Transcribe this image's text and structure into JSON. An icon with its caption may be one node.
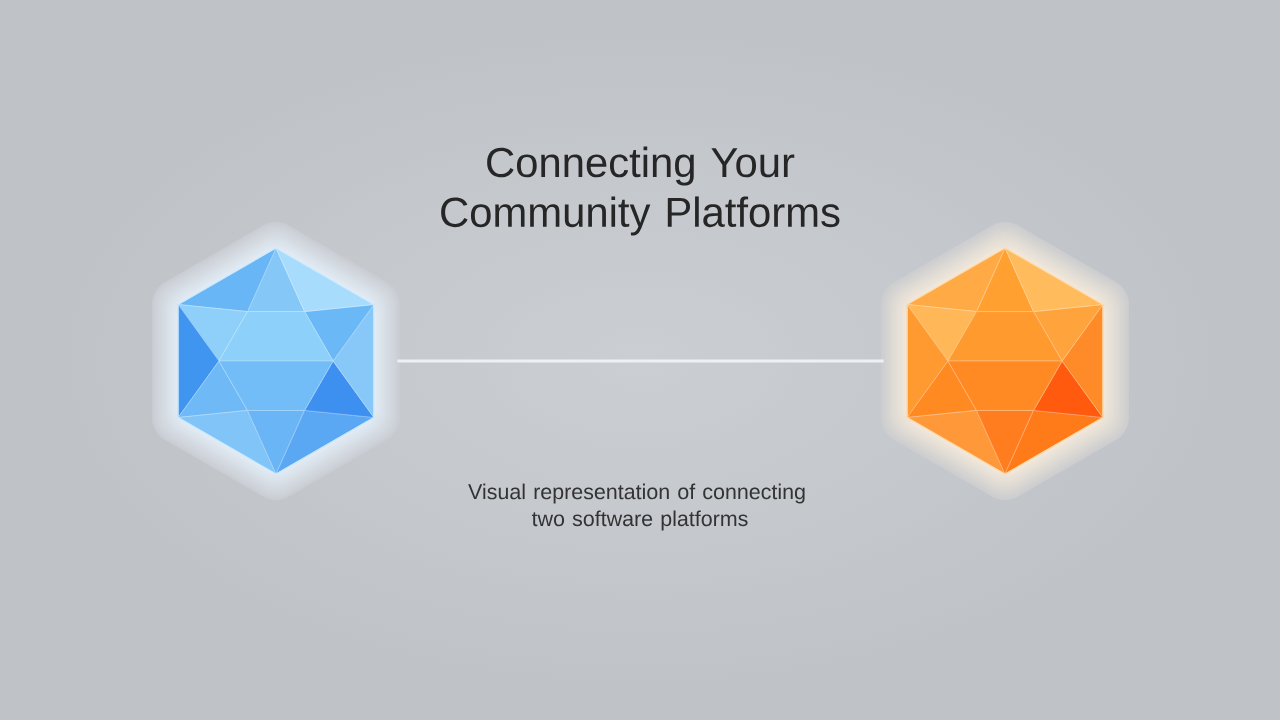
{
  "diagram": {
    "title": "Connecting Your Community Platforms",
    "caption": "Visual representation of connecting two software platforms",
    "nodes": [
      {
        "text": [],
        "shape": "hexagon"
      },
      {
        "text": [],
        "shape": "hexagon"
      }
    ],
    "edges": [
      {
        "from": 0,
        "to": 1,
        "arrow": "none"
      }
    ]
  }
}
